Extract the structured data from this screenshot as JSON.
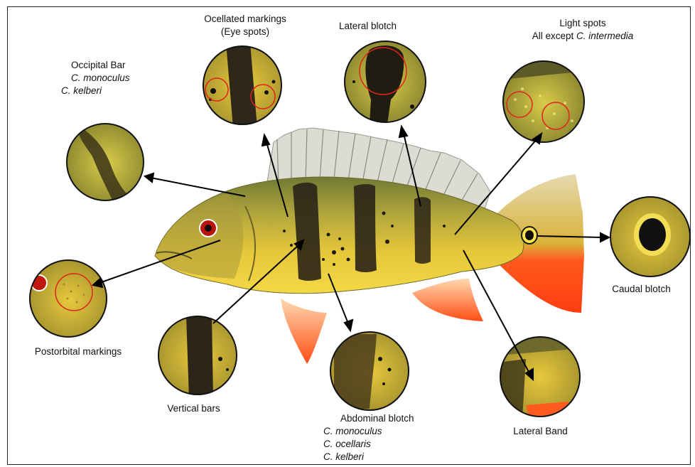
{
  "colors": {
    "fish_body": "#c9b33a",
    "fish_back": "#7e8a3a",
    "belly": "#f2d13a",
    "fins_red": "#ff5a1f",
    "bars": "#2a2317",
    "circle_red": "#e0231b",
    "frame": "#222222"
  },
  "labels": {
    "occipital_bar": {
      "title": "Occipital Bar",
      "species": [
        "C. monoculus",
        "C. kelberi"
      ]
    },
    "ocellated_markings": {
      "line1": "Ocellated markings",
      "line2": "(Eye spots)"
    },
    "lateral_blotch": {
      "title": "Lateral blotch"
    },
    "light_spots": {
      "line1": "Light spots",
      "prefix": "All except ",
      "species": "C. intermedia"
    },
    "caudal_blotch": {
      "title": "Caudal blotch"
    },
    "postorbital_markings": {
      "title": "Postorbital markings"
    },
    "vertical_bars": {
      "title": "Vertical bars"
    },
    "abdominal_blotch": {
      "title": "Abdominal blotch",
      "species": [
        "C. monoculus",
        "C. ocellaris",
        "C. kelberi"
      ]
    },
    "lateral_band": {
      "title": "Lateral Band"
    }
  }
}
